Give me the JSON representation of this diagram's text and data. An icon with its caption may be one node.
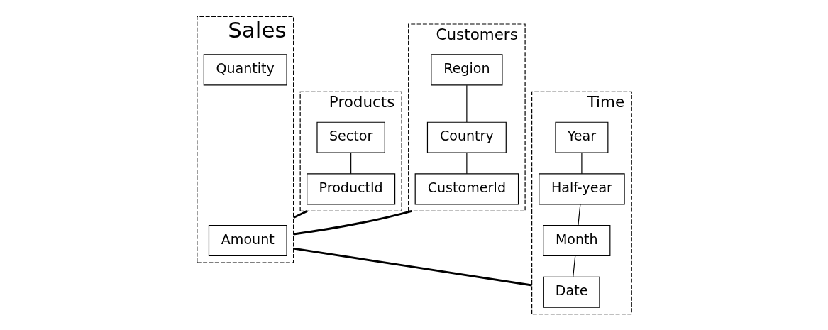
{
  "diagram": {
    "nodes": [
      {
        "text": [
          "Products"
        ]
      },
      {
        "text": [
          "Sector"
        ],
        "in": 0
      },
      {
        "text": [
          "ProductId"
        ],
        "in": 0
      },
      {
        "text": [
          "Customers"
        ]
      },
      {
        "text": [
          "Region"
        ],
        "in": 3
      },
      {
        "text": [
          "Country"
        ],
        "in": 3
      },
      {
        "text": [
          "CustomerId"
        ],
        "in": 3
      },
      {
        "text": [
          "Sales"
        ]
      },
      {
        "text": [
          "Quantity"
        ],
        "in": 7
      },
      {
        "text": [
          "Amount"
        ],
        "in": 7
      },
      {
        "text": [
          "Time"
        ]
      },
      {
        "text": [
          "Year"
        ],
        "in": 10
      },
      {
        "text": [
          "Half-year"
        ],
        "in": 10
      },
      {
        "text": [
          "Month"
        ],
        "in": 10
      },
      {
        "text": [
          "Date"
        ],
        "in": 10
      }
    ],
    "edges": [
      {
        "from": 1,
        "to": 2,
        "arrow": "none"
      },
      {
        "from": 4,
        "to": 5,
        "arrow": "none"
      },
      {
        "from": 5,
        "to": 6,
        "arrow": "none"
      },
      {
        "from": 11,
        "to": 12,
        "arrow": "none"
      },
      {
        "from": 12,
        "to": 13,
        "arrow": "none"
      },
      {
        "from": 13,
        "to": 14,
        "arrow": "none"
      },
      {
        "from": 0,
        "to": 7,
        "arrow": "none",
        "style": "thick"
      },
      {
        "from": 3,
        "to": 7,
        "arrow": "none",
        "style": "thick"
      },
      {
        "from": 7,
        "to": 10,
        "arrow": "none",
        "style": "thick"
      }
    ]
  }
}
